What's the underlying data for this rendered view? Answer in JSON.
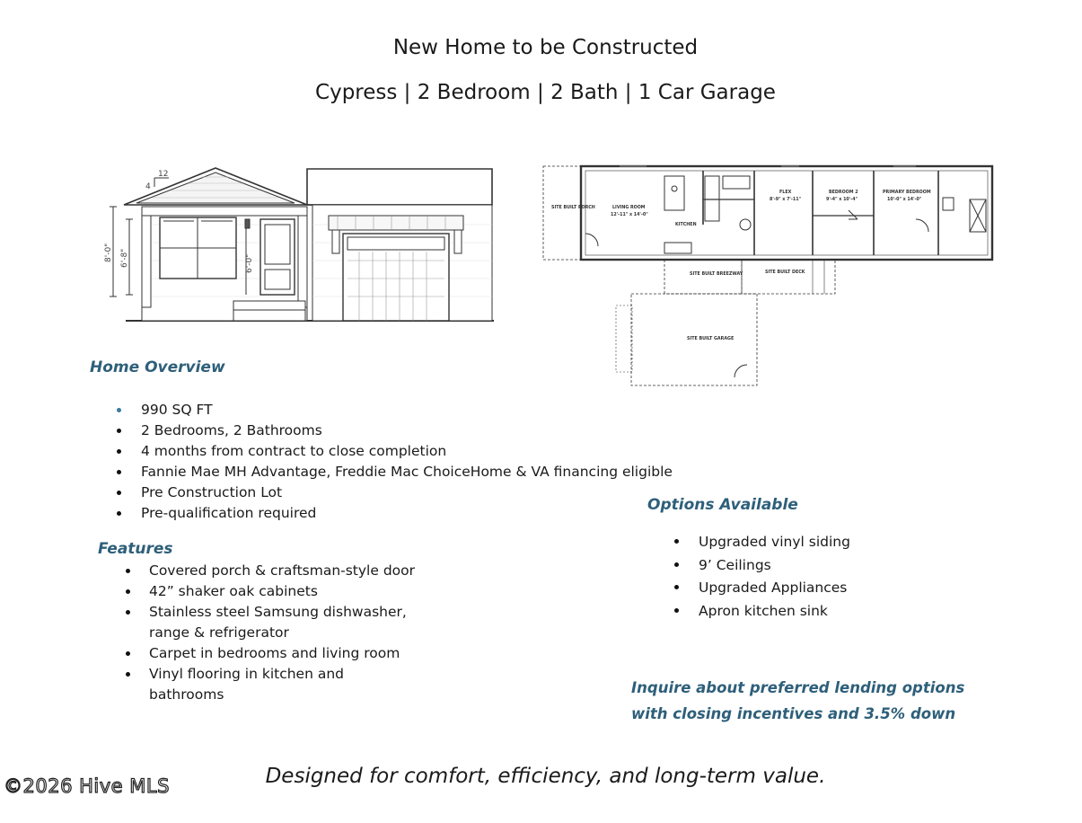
{
  "header": {
    "title": "New Home to be Constructed",
    "subtitle": "Cypress | 2 Bedroom | 2 Bath | 1 Car Garage"
  },
  "elevation": {
    "dim_pitch_run": "12",
    "dim_pitch_rise": "4",
    "dim_wall_height": "8'-0\"",
    "dim_door_height": "6'-8\"",
    "dim_window_height": "6'-0\""
  },
  "floorplan": {
    "rooms": [
      {
        "name": "SITE BUILT PORCH"
      },
      {
        "name": "LIVING ROOM",
        "size": "12'-11\" x 14'-0\""
      },
      {
        "name": "KITCHEN"
      },
      {
        "name": "FLEX",
        "size": "8'-9\" x 7'-11\""
      },
      {
        "name": "BEDROOM 2",
        "size": "9'-4\" x 10'-4\""
      },
      {
        "name": "PRIMARY BEDROOM",
        "size": "10'-0\" x 14'-0\""
      },
      {
        "name": "SITE BUILT BREEZWAY"
      },
      {
        "name": "SITE BUILT DECK"
      },
      {
        "name": "SITE BUILT GARAGE"
      }
    ]
  },
  "overview": {
    "heading": "Home Overview",
    "items": [
      "990 SQ FT",
      "2 Bedrooms, 2 Bathrooms",
      "4 months from contract to close completion",
      "Fannie Mae MH Advantage, Freddie Mac ChoiceHome & VA financing eligible",
      "Pre Construction Lot",
      "Pre-qualification required"
    ]
  },
  "features": {
    "heading": "Features",
    "items": [
      "Covered porch & craftsman-style door",
      "42” shaker oak cabinets",
      "Stainless steel Samsung dishwasher, range & refrigerator",
      "Carpet in bedrooms and living room",
      "Vinyl flooring in kitchen and bathrooms"
    ]
  },
  "options": {
    "heading": "Options Available",
    "items": [
      "Upgraded vinyl siding",
      "9’ Ceilings",
      "Upgraded Appliances",
      "Apron kitchen sink"
    ]
  },
  "inquire": {
    "line1": "Inquire about preferred lending options",
    "line2": "with closing incentives and 3.5% down"
  },
  "tagline": "Designed for comfort, efficiency, and long-term value.",
  "watermark": "©2026 Hive MLS"
}
